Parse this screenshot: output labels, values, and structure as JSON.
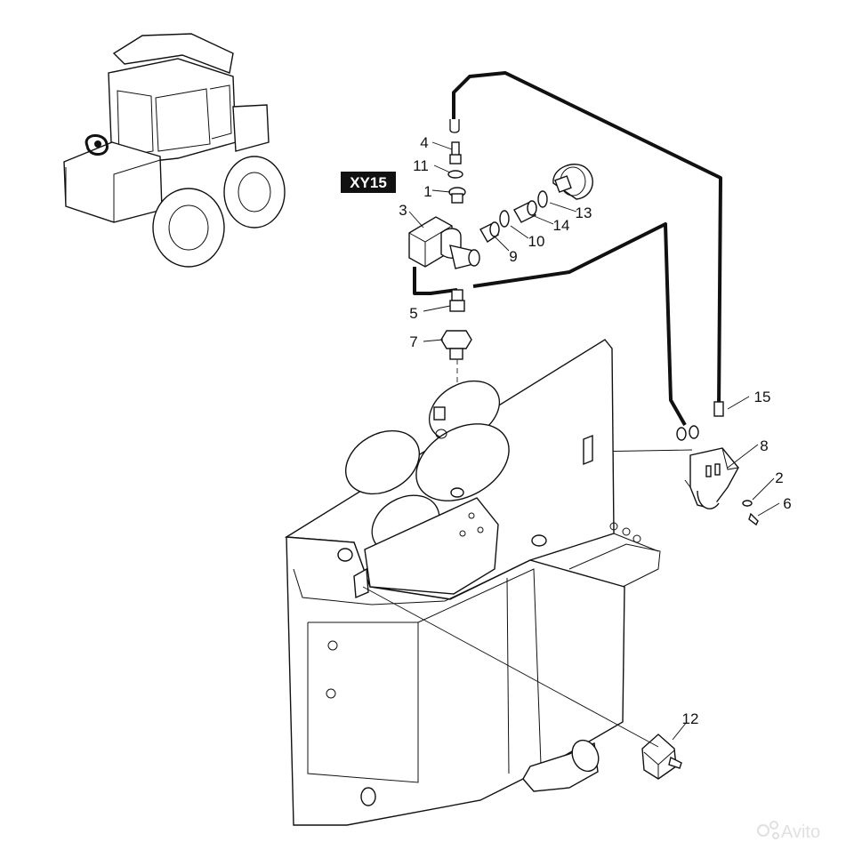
{
  "diagram": {
    "code": "XY15",
    "callouts": [
      "1",
      "2",
      "3",
      "4",
      "5",
      "6",
      "7",
      "8",
      "9",
      "10",
      "11",
      "12",
      "13",
      "14",
      "15"
    ],
    "watermark": "Avito"
  }
}
